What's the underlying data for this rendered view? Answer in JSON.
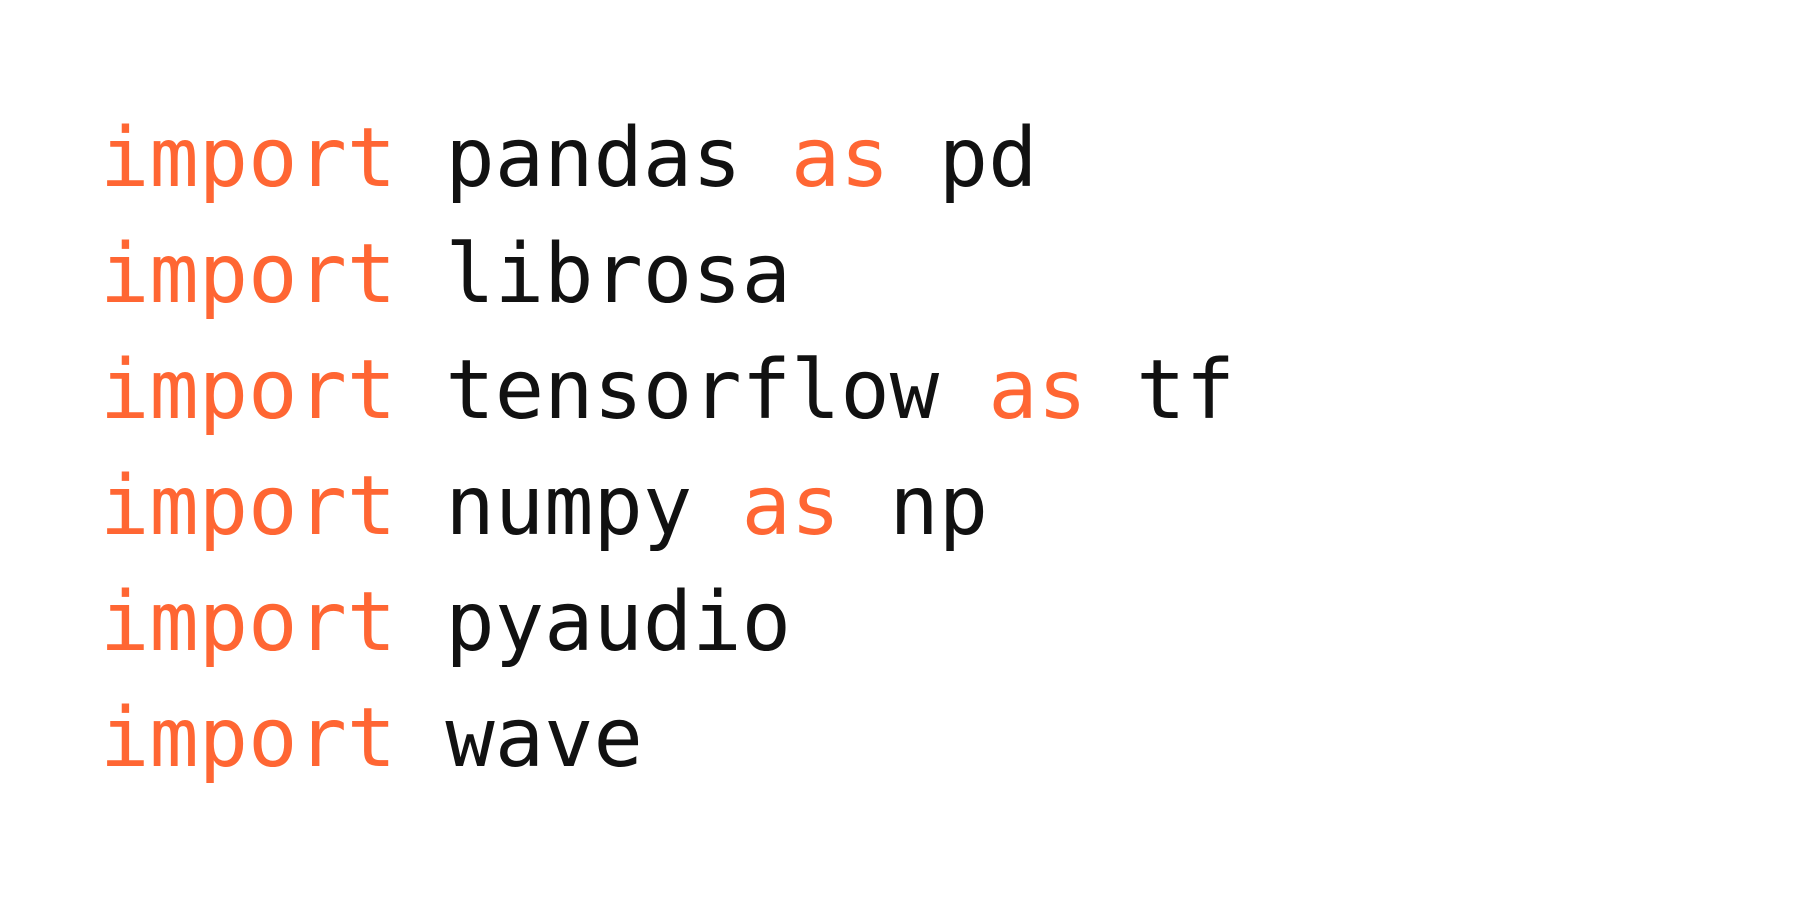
{
  "colors": {
    "keyword": "#ff6633",
    "text": "#111111",
    "background": "#ffffff"
  },
  "code": {
    "lines": [
      {
        "keyword": "import",
        "module": "pandas",
        "as_keyword": "as",
        "alias": "pd"
      },
      {
        "keyword": "import",
        "module": "librosa"
      },
      {
        "keyword": "import",
        "module": "tensorflow",
        "as_keyword": "as",
        "alias": "tf"
      },
      {
        "keyword": "import",
        "module": "numpy",
        "as_keyword": "as",
        "alias": "np"
      },
      {
        "keyword": "import",
        "module": "pyaudio"
      },
      {
        "keyword": "import",
        "module": "wave"
      }
    ]
  }
}
